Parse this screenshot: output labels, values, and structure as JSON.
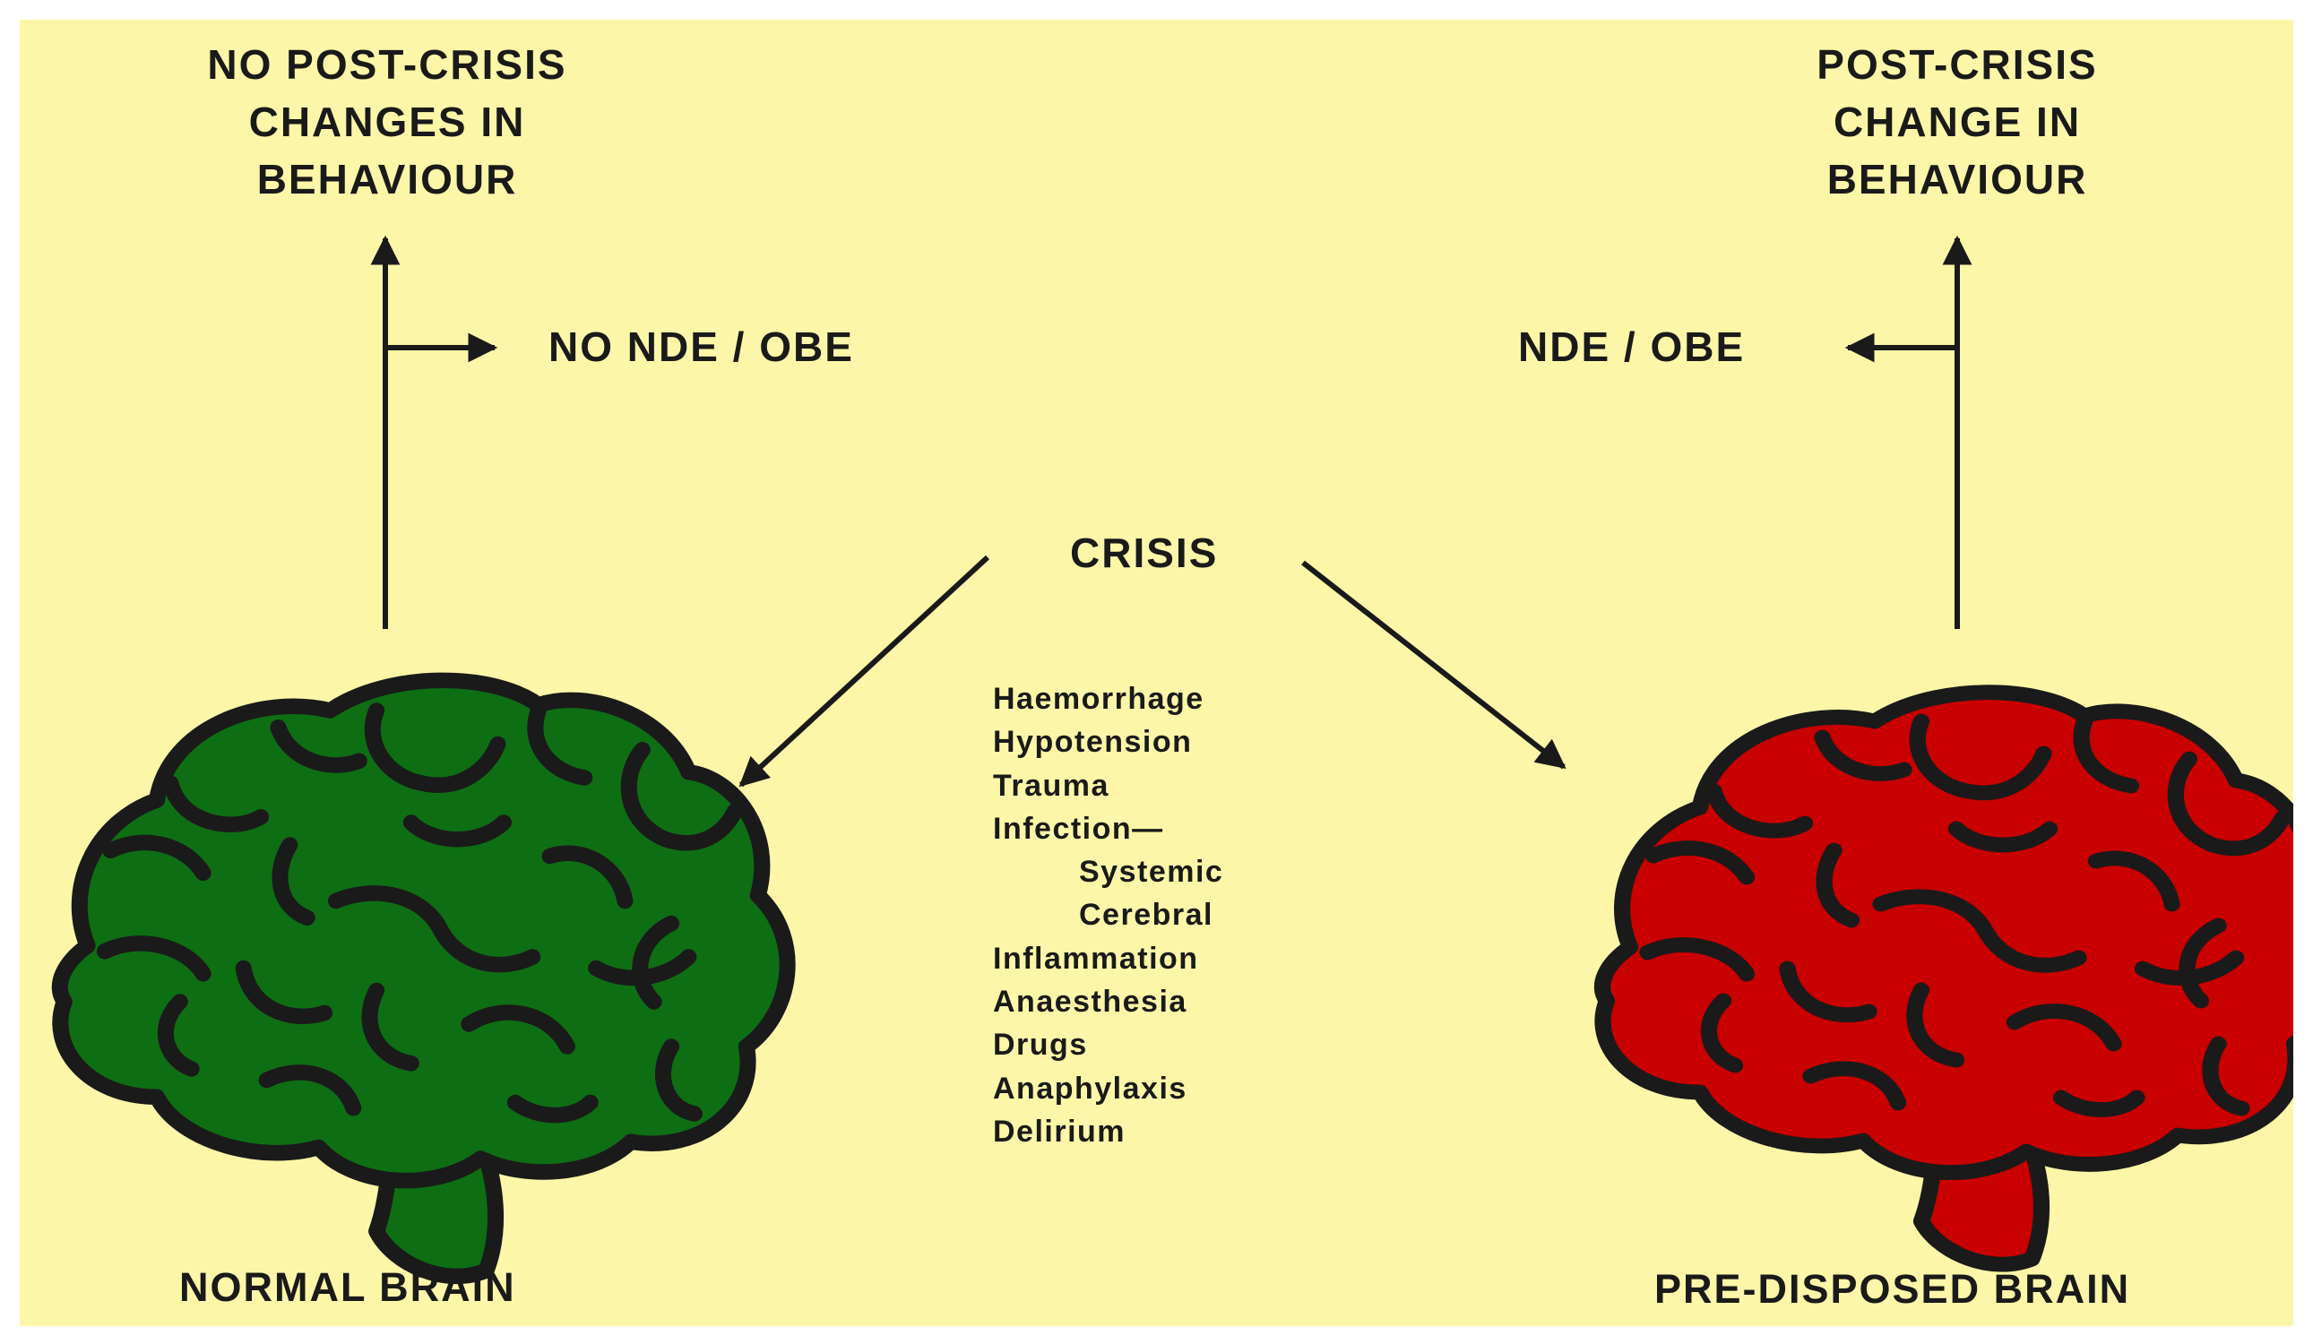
{
  "colors": {
    "background": "#FCF7A8",
    "normal_brain": "#0E6E14",
    "predisposed_brain": "#C80000",
    "outline": "#1A1A1A"
  },
  "left": {
    "outcome": "NO POST-CRISIS\nCHANGES IN\nBEHAVIOUR",
    "experience": "NO NDE / OBE",
    "brain_label": "NORMAL BRAIN"
  },
  "right": {
    "outcome": "POST-CRISIS\nCHANGE IN\nBEHAVIOUR",
    "experience": "NDE / OBE",
    "brain_label": "PRE-DISPOSED BRAIN"
  },
  "center": {
    "crisis": "CRISIS",
    "causes": [
      "Haemorrhage",
      "Hypotension",
      "Trauma",
      "Infection—",
      "Systemic",
      "Cerebral",
      "Inflammation",
      "Anaesthesia",
      "Drugs",
      "Anaphylaxis",
      "Delirium"
    ]
  }
}
